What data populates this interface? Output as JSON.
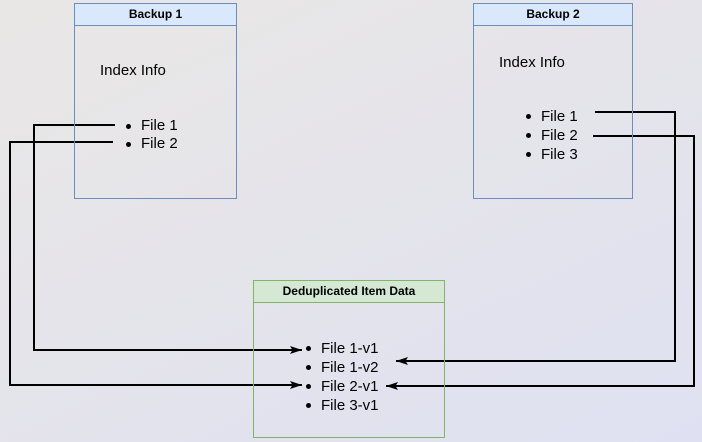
{
  "backup1": {
    "title": "Backup 1",
    "body_label": "Index Info",
    "files": [
      "File 1",
      "File 2"
    ]
  },
  "backup2": {
    "title": "Backup 2",
    "body_label": "Index Info",
    "files": [
      "File 1",
      "File 2",
      "File 3"
    ]
  },
  "dedup": {
    "title": "Deduplicated Item Data",
    "items": [
      "File 1-v1",
      "File 1-v2",
      "File 2-v1",
      "File 3-v1"
    ]
  },
  "connections": [
    {
      "from": "Backup 1 / File 1",
      "to": "File 1-v1"
    },
    {
      "from": "Backup 1 / File 2",
      "to": "File 2-v1"
    },
    {
      "from": "Backup 2 / File 1",
      "to": "File 1-v2"
    },
    {
      "from": "Backup 2 / File 2",
      "to": "File 2-v1"
    }
  ],
  "colors": {
    "backup_header_fill": "#dae8fc",
    "backup_border": "#6c8ebf",
    "dedup_header_fill": "#d5e8d4",
    "dedup_border": "#82b366",
    "arrow": "#000000"
  }
}
